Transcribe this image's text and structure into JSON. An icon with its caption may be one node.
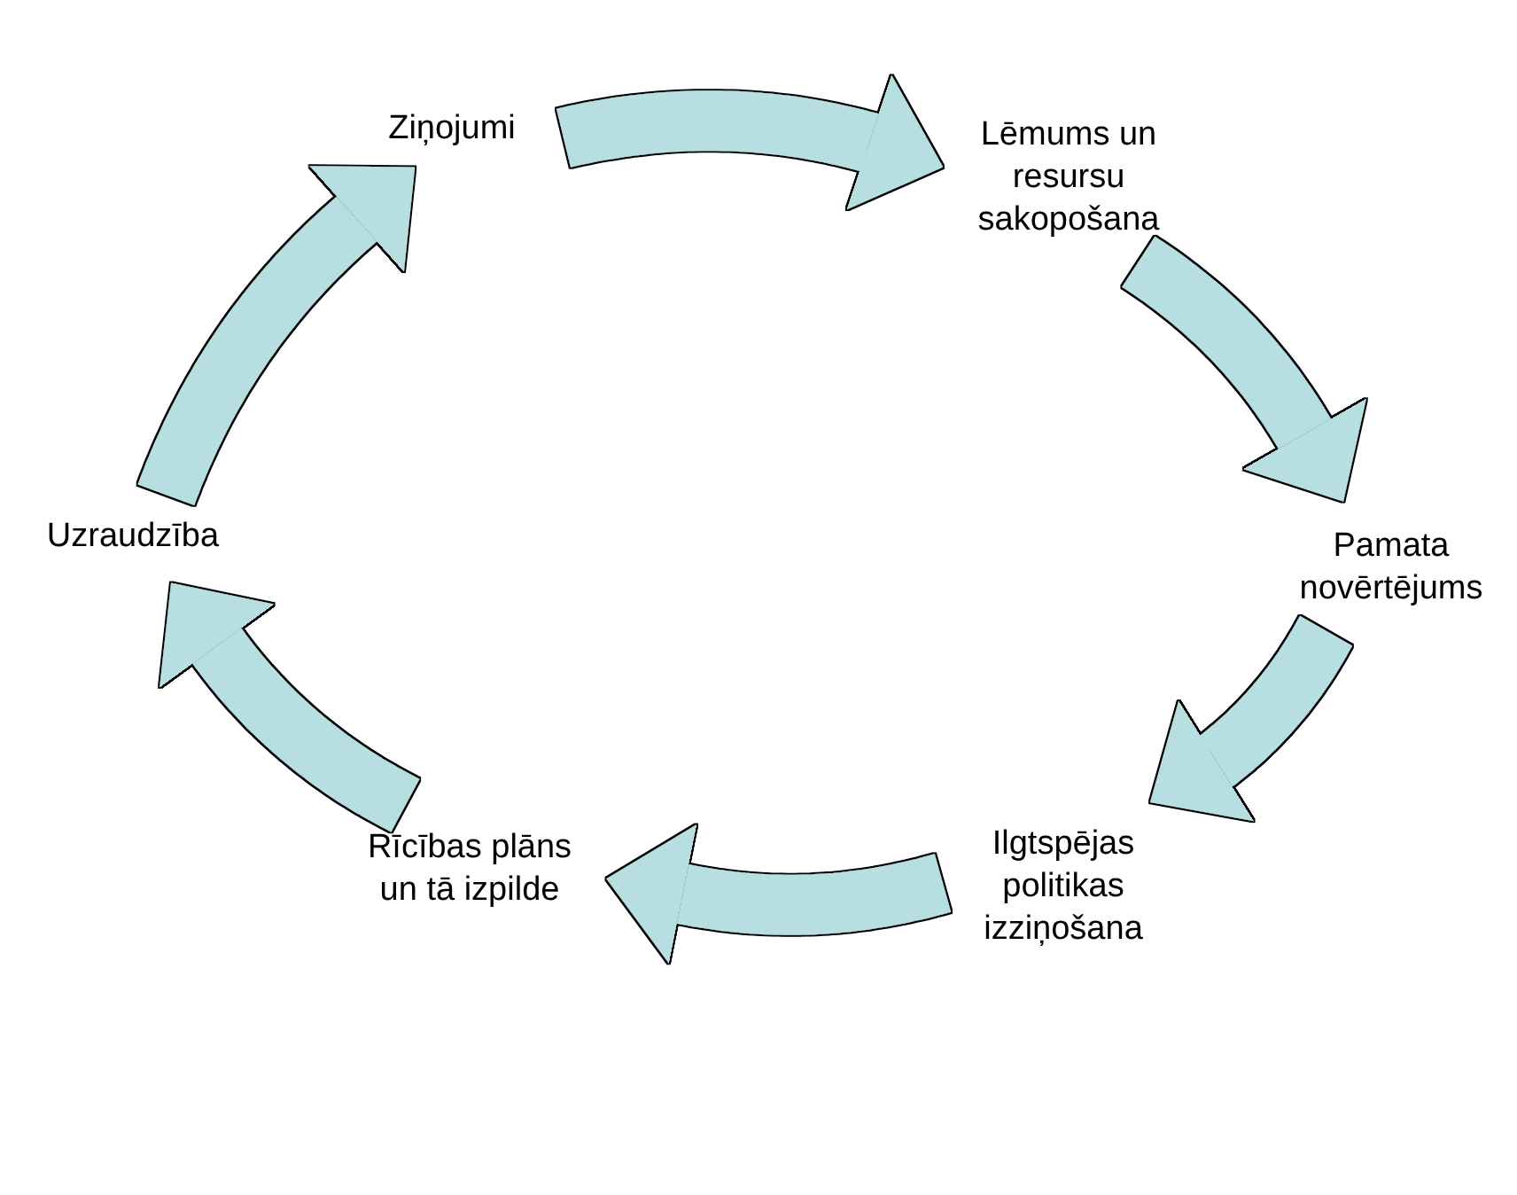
{
  "diagram": {
    "nodes": [
      {
        "text": [
          "Ziņojumi"
        ]
      },
      {
        "text": [
          "Lēmums un resursu sakopošana"
        ]
      },
      {
        "text": [
          "Pamata novērtējums"
        ]
      },
      {
        "text": [
          "Ilgtspējas politikas izziņošana"
        ]
      },
      {
        "text": [
          "Rīcības plāns un tā izpilde"
        ]
      },
      {
        "text": [
          "Uzraudzība"
        ]
      }
    ],
    "edges": [
      {
        "from": 0,
        "to": 1,
        "arrow": "to"
      },
      {
        "from": 1,
        "to": 2,
        "arrow": "to"
      },
      {
        "from": 2,
        "to": 3,
        "arrow": "to"
      },
      {
        "from": 3,
        "to": 4,
        "arrow": "to"
      },
      {
        "from": 4,
        "to": 5,
        "arrow": "to"
      },
      {
        "from": 5,
        "to": 0,
        "arrow": "to"
      }
    ]
  }
}
